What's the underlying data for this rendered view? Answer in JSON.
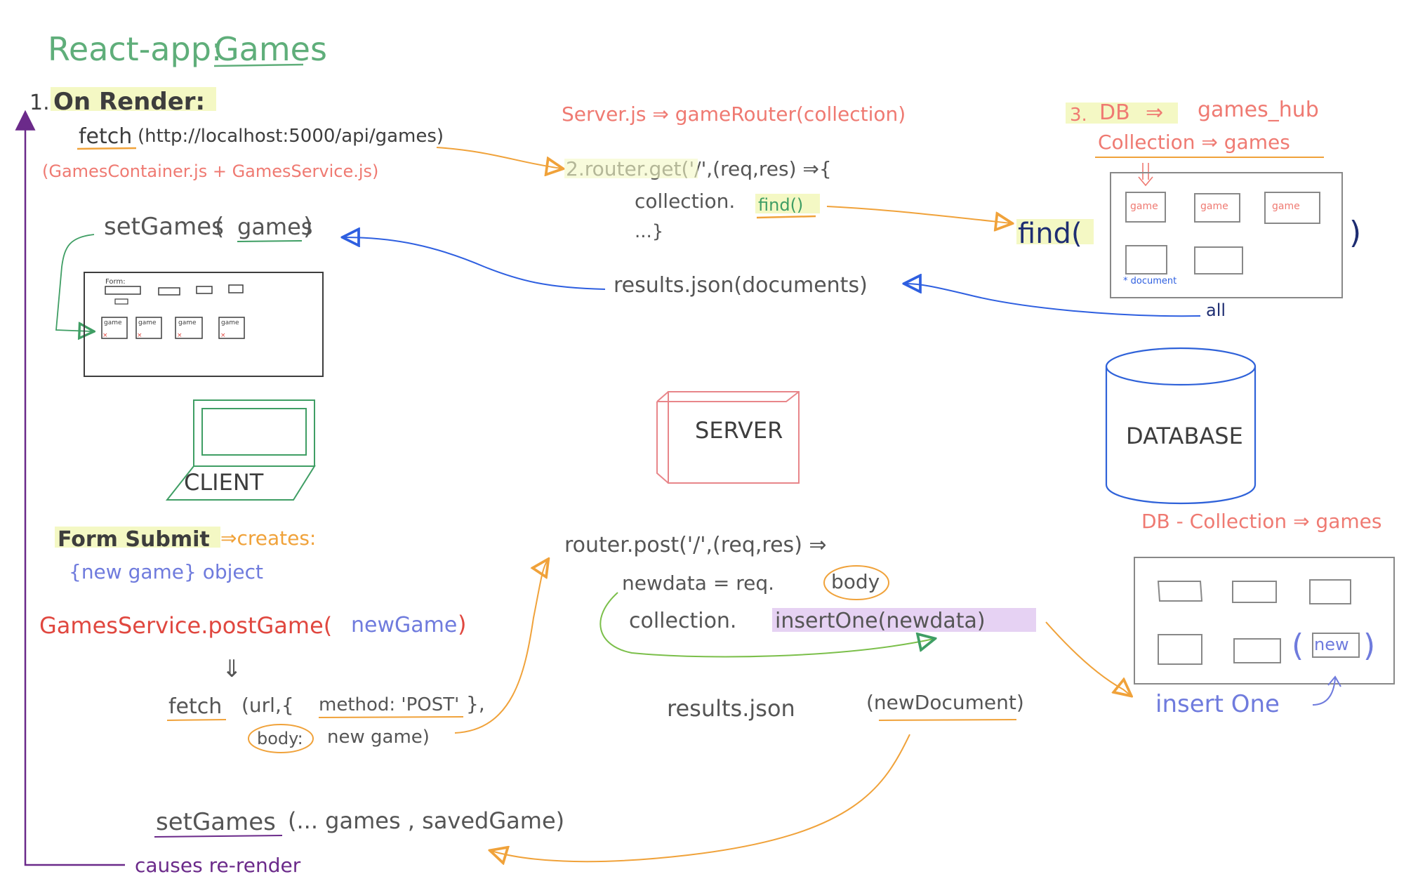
{
  "title": {
    "prefix": "React-app:",
    "name": "Games"
  },
  "colors": {
    "green_title": "#5fae7a",
    "dark": "#3d3d3d",
    "salmon": "#ef7a72",
    "orange": "#f0a23a",
    "blue": "#2e5fe0",
    "blue_text": "#6f7bdd",
    "purple": "#6b2a8a",
    "highlight_yellow": "#f4f8c4",
    "highlight_purple": "#e6d2f3",
    "client_green": "#3f9e64",
    "server_pink": "#e8868a",
    "db_blue": "#2f62d9",
    "gray": "#666666",
    "red": "#e0473f"
  },
  "client": {
    "step1": "1.",
    "on_render": "On Render:",
    "fetch_word": "fetch",
    "fetch_args": "(http://localhost:5000/api/games)",
    "files": "(GamesContainer.js  + GamesService.js)",
    "set_games_word": "setGames",
    "set_games_open": "(",
    "set_games_arg": "games",
    "set_games_close": ")",
    "form_label": "Form:",
    "game_card_label": "game",
    "laptop_label": "CLIENT",
    "form_submit": "Form Submit",
    "creates": "⇒creates:",
    "new_game_obj": "{new game} object",
    "post_call_name": "GamesService.postGame(",
    "post_call_arg": "newGame",
    "post_call_close": ")",
    "down_arrow": "⇓",
    "fetch2_word": "fetch",
    "fetch2_mid": "(url,{",
    "fetch2_method": "method: 'POST'",
    "fetch2_end": "},",
    "body_key": "body:",
    "body_val": "new game)",
    "set_games2_word": "setGames",
    "set_games2_args": "(... games , savedGame)",
    "causes": "causes  re-render"
  },
  "server": {
    "header": "Server.js  ⇒ gameRouter(collection)",
    "get_line": "2.router.get('/',(req,res) ⇒{",
    "collection_word": "collection.",
    "find_call": "find()",
    "ellipsis": "...}",
    "results_json": "results.json(documents)",
    "box_label": "SERVER",
    "post_line": "router.post('/',(req,res) ⇒",
    "newdata_prefix": "newdata  =  req.",
    "newdata_body": "body",
    "collection_prefix": "collection.",
    "insert_call": "insertOne(newdata)",
    "results_new_prefix": "results.json ",
    "results_new_arg": "(newDocument)"
  },
  "database": {
    "step3": "3.",
    "db_word": "DB",
    "db_arrow": "⇒",
    "db_name": "games_hub",
    "collection_header": "Collection ⇒ games",
    "game_card_label": "game",
    "document_label": "* document",
    "find_open": "find(",
    "find_close": ")",
    "all_label": "all",
    "cylinder_label": "DATABASE",
    "collection2_header": "DB - Collection ⇒ games",
    "new_label": "new",
    "insert_one": "insert One"
  }
}
